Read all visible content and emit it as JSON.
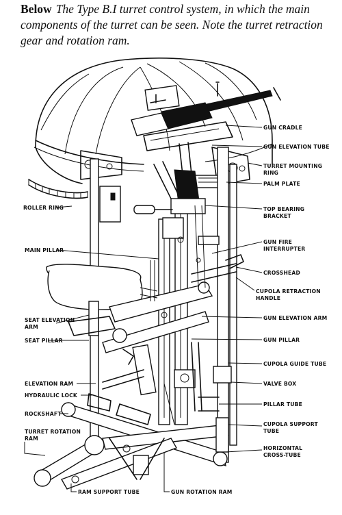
{
  "caption": {
    "lead": "Below",
    "text": "The Type B.I turret control system, in which the main components of the turret can be seen. Note the turret retraction gear and rotation ram."
  },
  "labels": {
    "gun_cradle": "GUN CRADLE",
    "gun_elevation_tube": "GUN ELEVATION TUBE",
    "turret_mounting_ring_1": "TURRET MOUNTING",
    "turret_mounting_ring_2": "RING",
    "palm_plate": "PALM PLATE",
    "top_bearing_bracket_1": "TOP BEARING",
    "top_bearing_bracket_2": "BRACKET",
    "gun_fire_interrupter_1": "GUN FIRE",
    "gun_fire_interrupter_2": "INTERRUPTER",
    "crosshead": "CROSSHEAD",
    "cupola_retraction_handle_1": "CUPOLA RETRACTION",
    "cupola_retraction_handle_2": "HANDLE",
    "gun_elevation_arm": "GUN ELEVATION ARM",
    "gun_pillar": "GUN PILLAR",
    "cupola_guide_tube": "CUPOLA GUIDE TUBE",
    "valve_box": "VALVE BOX",
    "pillar_tube": "PILLAR TUBE",
    "cupola_support_tube_1": "CUPOLA SUPPORT",
    "cupola_support_tube_2": "TUBE",
    "horizontal_cross_tube_1": "HORIZONTAL",
    "horizontal_cross_tube_2": "CROSS-TUBE",
    "roller_ring": "ROLLER RING",
    "main_pillar": "MAIN PILLAR",
    "seat_elevation_arm_1": "SEAT ELEVATION",
    "seat_elevation_arm_2": "ARM",
    "seat_pillar": "SEAT PILLAR",
    "elevation_ram": "ELEVATION RAM",
    "hydraulic_lock": "HYDRAULIC LOCK",
    "rockshaft": "ROCKSHAFT",
    "turret_rotation_ram_1": "TURRET ROTATION",
    "turret_rotation_ram_2": "RAM",
    "ram_support_tube": "RAM SUPPORT TUBE",
    "gun_rotation_ram": "GUN ROTATION RAM"
  }
}
